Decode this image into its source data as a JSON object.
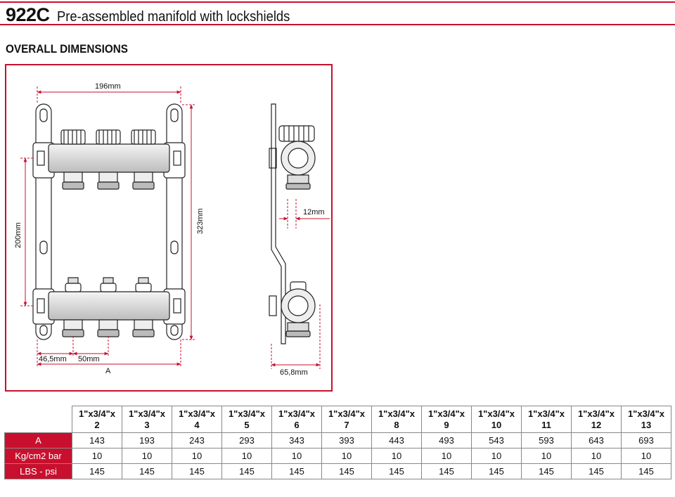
{
  "header": {
    "product_code": "922C",
    "description": "Pre-assembled manifold with lockshields"
  },
  "section": {
    "title": "OVERALL DIMENSIONS"
  },
  "drawing": {
    "front_view": {
      "width_label": "196mm",
      "height_label": "323mm",
      "spacing_label": "200mm",
      "edge_offset_label": "46,5mm",
      "pitch_label": "50mm",
      "length_label": "A"
    },
    "side_view": {
      "offset_label": "12mm",
      "depth_label": "65,8mm"
    }
  },
  "spec_table": {
    "columns": [
      {
        "size": "1\"x3/4\"x",
        "outlets": "2"
      },
      {
        "size": "1\"x3/4\"x",
        "outlets": "3"
      },
      {
        "size": "1\"x3/4\"x",
        "outlets": "4"
      },
      {
        "size": "1\"x3/4\"x",
        "outlets": "5"
      },
      {
        "size": "1\"x3/4\"x",
        "outlets": "6"
      },
      {
        "size": "1\"x3/4\"x",
        "outlets": "7"
      },
      {
        "size": "1\"x3/4\"x",
        "outlets": "8"
      },
      {
        "size": "1\"x3/4\"x",
        "outlets": "9"
      },
      {
        "size": "1\"x3/4\"x",
        "outlets": "10"
      },
      {
        "size": "1\"x3/4\"x",
        "outlets": "11"
      },
      {
        "size": "1\"x3/4\"x",
        "outlets": "12"
      },
      {
        "size": "1\"x3/4\"x",
        "outlets": "13"
      }
    ],
    "rows": [
      {
        "label": "A",
        "values": [
          "143",
          "193",
          "243",
          "293",
          "343",
          "393",
          "443",
          "493",
          "543",
          "593",
          "643",
          "693"
        ]
      },
      {
        "label": "Kg/cm2 bar",
        "values": [
          "10",
          "10",
          "10",
          "10",
          "10",
          "10",
          "10",
          "10",
          "10",
          "10",
          "10",
          "10"
        ]
      },
      {
        "label": "LBS - psi",
        "values": [
          "145",
          "145",
          "145",
          "145",
          "145",
          "145",
          "145",
          "145",
          "145",
          "145",
          "145",
          "145"
        ]
      }
    ]
  },
  "colors": {
    "accent": "#c8102e",
    "row_header_text": "#ffffff"
  }
}
